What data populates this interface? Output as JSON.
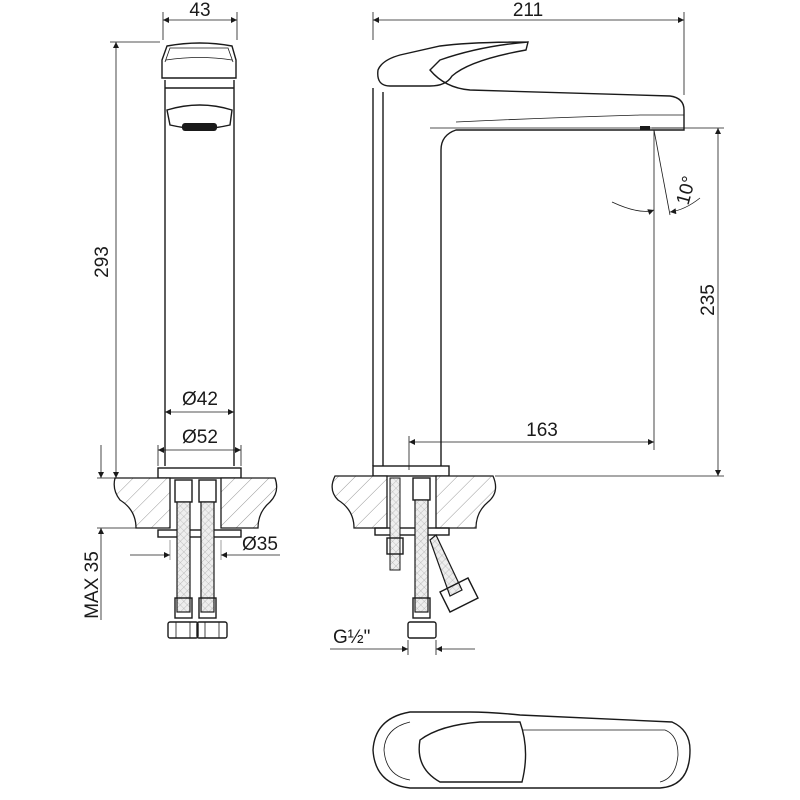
{
  "dimensions": {
    "width_top": "43",
    "total_height": "293",
    "max_thickness": "MAX 35",
    "body_diameter": "Ø42",
    "base_diameter": "Ø52",
    "hole_diameter": "Ø35",
    "total_length": "211",
    "spout_height": "235",
    "spout_reach": "163",
    "angle": "10°",
    "thread": "G½\""
  },
  "colors": {
    "line": "#1a1a1a",
    "hatch": "#888888"
  }
}
